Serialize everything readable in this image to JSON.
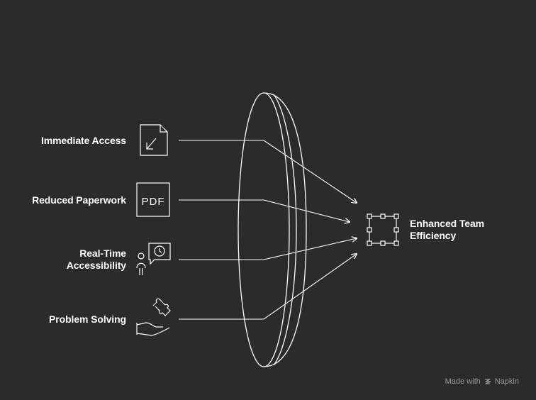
{
  "inputs": [
    {
      "label": "Immediate Access",
      "icon": "document-arrow-icon"
    },
    {
      "label": "Reduced Paperwork",
      "icon": "pdf-icon"
    },
    {
      "label": "Real-Time\nAccessibility",
      "icon": "person-clock-icon"
    },
    {
      "label": "Problem Solving",
      "icon": "hand-puzzle-icon"
    }
  ],
  "output": {
    "label": "Enhanced Team\nEfficiency",
    "icon": "selection-frame-icon"
  },
  "footer": {
    "made_with": "Made with",
    "brand": "Napkin"
  },
  "colors": {
    "background": "#2b2b2b",
    "stroke": "#ffffff",
    "footer_text": "#9a9a9a"
  }
}
